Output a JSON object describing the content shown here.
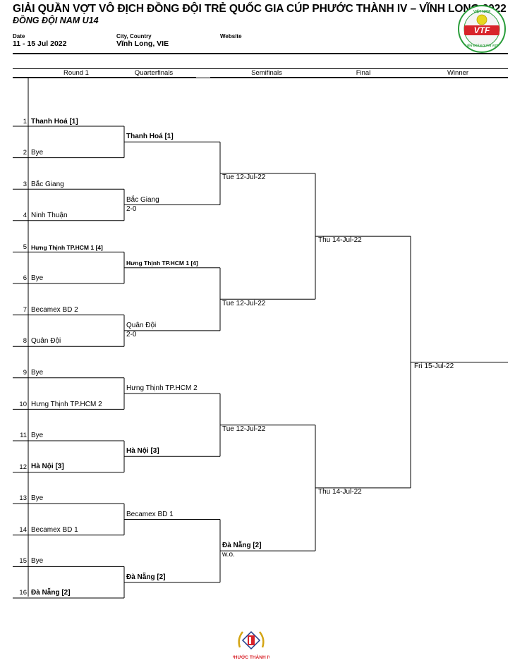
{
  "header": {
    "title": "GIẢI QUẦN VỢT VÔ ĐỊCH ĐỒNG ĐỘI TRẺ QUỐC GIA CÚP PHƯỚC THÀNH IV – VĨNH LONG 2022",
    "subtitle": "ĐỒNG ĐỘI NAM U14",
    "date_label": "Date",
    "date_value": "11 - 15 Jul 2022",
    "location_label": "City, Country",
    "location_value": "Vĩnh Long, VIE",
    "website_label": "Website"
  },
  "logos": {
    "vtf_text": "VTF",
    "vtf_ring_top": "VIỆT NAM",
    "vtf_ring_bottom": "LIÊN ĐOÀN QUẦN VỢT",
    "sponsor_caption": "PHƯỚC THÀNH IV"
  },
  "columns": [
    "Round 1",
    "Quarterfinals",
    "Semifinals",
    "Final",
    "Winner"
  ],
  "round1": [
    {
      "seed": "1",
      "team": "Thanh Hoá [1]",
      "bold": true
    },
    {
      "seed": "2",
      "team": "Bye",
      "bold": false
    },
    {
      "seed": "3",
      "team": "Bắc Giang",
      "bold": false
    },
    {
      "seed": "4",
      "team": "Ninh Thuận",
      "bold": false
    },
    {
      "seed": "5",
      "team": "Hưng Thịnh TP.HCM 1 [4]",
      "bold": true,
      "small": true
    },
    {
      "seed": "6",
      "team": "Bye",
      "bold": false
    },
    {
      "seed": "7",
      "team": "Becamex BD 2",
      "bold": false
    },
    {
      "seed": "8",
      "team": "Quân Đội",
      "bold": false
    },
    {
      "seed": "9",
      "team": "Bye",
      "bold": false
    },
    {
      "seed": "10",
      "team": "Hưng Thịnh TP.HCM 2",
      "bold": false
    },
    {
      "seed": "11",
      "team": "Bye",
      "bold": false
    },
    {
      "seed": "12",
      "team": "Hà Nội [3]",
      "bold": true
    },
    {
      "seed": "13",
      "team": "Bye",
      "bold": false
    },
    {
      "seed": "14",
      "team": "Becamex BD 1",
      "bold": false
    },
    {
      "seed": "15",
      "team": "Bye",
      "bold": false
    },
    {
      "seed": "16",
      "team": "Đà Nẵng [2]",
      "bold": true
    }
  ],
  "quarterfinals": [
    {
      "team": "Thanh Hoá [1]",
      "score": "",
      "bold": true
    },
    {
      "team": "Bắc Giang",
      "score": "2-0",
      "bold": false
    },
    {
      "team": "Hưng Thịnh TP.HCM 1 [4]",
      "score": "",
      "bold": true,
      "small": true
    },
    {
      "team": "Quân Đội",
      "score": "2-0",
      "bold": false
    },
    {
      "team": "Hưng Thịnh TP.HCM 2",
      "score": "",
      "bold": false
    },
    {
      "team": "Hà Nội [3]",
      "score": "",
      "bold": true
    },
    {
      "team": "Becamex BD 1",
      "score": "",
      "bold": false
    },
    {
      "team": "Đà Nẵng [2]",
      "score": "",
      "bold": true
    }
  ],
  "semifinals": [
    {
      "team": "Tue 12-Jul-22",
      "score": "",
      "bold": false
    },
    {
      "team": "Tue 12-Jul-22",
      "score": "",
      "bold": false
    },
    {
      "team": "Tue 12-Jul-22",
      "score": "",
      "bold": false
    },
    {
      "team": "Đà Nẵng [2]",
      "score": "w.o.",
      "bold": true
    }
  ],
  "final": [
    {
      "team": "Thu 14-Jul-22"
    },
    {
      "team": "Thu 14-Jul-22"
    }
  ],
  "winner": {
    "team": "Fri 15-Jul-22"
  }
}
